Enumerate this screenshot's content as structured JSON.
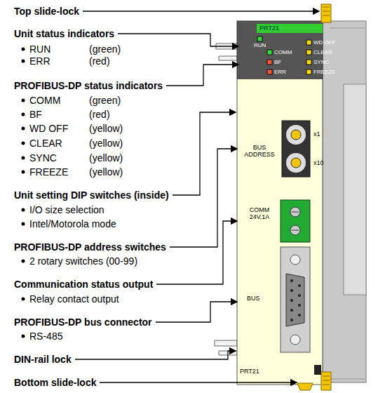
{
  "diagram": {
    "labels": [
      "Top slide-lock",
      "Unit status indicators",
      "RUN",
      "(green)",
      "ERR",
      "(red)",
      "PROFIBUS-DP status indicators",
      "COMM",
      "(green)",
      "BF",
      "(red)",
      "WD OFF",
      "(yellow)",
      "CLEAR",
      "(yellow)",
      "SYNC",
      "(yellow)",
      "FREEZE",
      "(yellow)",
      "Unit setting DIP switches (inside)",
      "I/O size selection",
      "Intel/Motorola mode",
      "PROFIBUS-DP address switches",
      "2 rotary switches (00-99)",
      "Communication status output",
      "Relay contact output",
      "PROFIBUS-DP bus connector",
      "RS-485",
      "DIN-rail lock",
      "Bottom slide-lock",
      "PRT21",
      "RUN",
      "COMM",
      "BF",
      "ERR",
      "WD OFF",
      "CLEAR",
      "SYNC",
      "FREEZE",
      "BUS ADDRESS",
      "x1",
      "x10",
      "COMM 24V,1A",
      "BUS",
      "PRT21"
    ]
  }
}
